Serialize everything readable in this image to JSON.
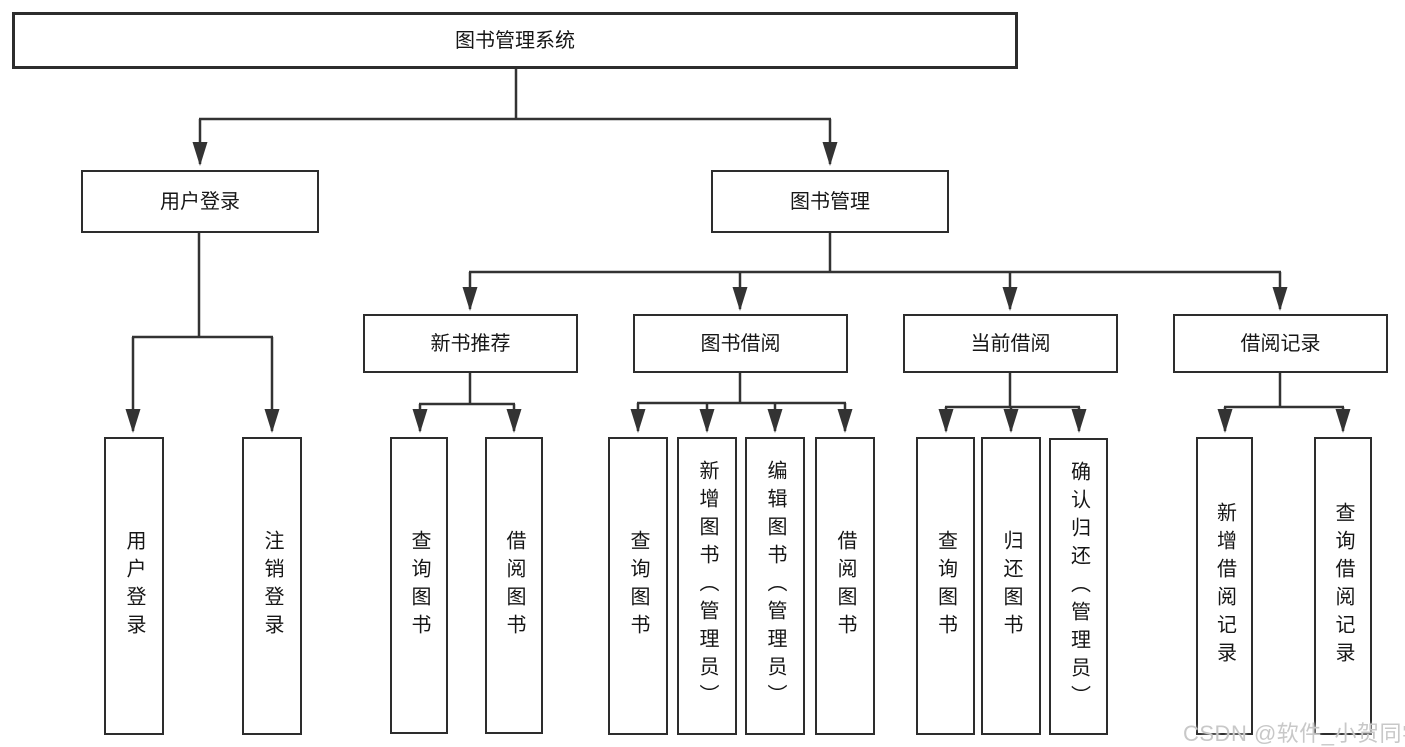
{
  "colors": {
    "background": "#ffffff",
    "box_border": "#2d2d2d",
    "connector": "#333333",
    "text": "#161616",
    "watermark": "#c8c8c8"
  },
  "tree": {
    "root": {
      "label": "图书管理系统"
    },
    "level2": [
      {
        "label": "用户登录"
      },
      {
        "label": "图书管理"
      }
    ],
    "level3": [
      {
        "label": "新书推荐",
        "parent": "图书管理"
      },
      {
        "label": "图书借阅",
        "parent": "图书管理"
      },
      {
        "label": "当前借阅",
        "parent": "图书管理"
      },
      {
        "label": "借阅记录",
        "parent": "图书管理"
      }
    ],
    "leaves": [
      {
        "label": "用户登录",
        "parent": "用户登录"
      },
      {
        "label": "注销登录",
        "parent": "用户登录"
      },
      {
        "label": "查询图书",
        "parent": "新书推荐"
      },
      {
        "label": "借阅图书",
        "parent": "新书推荐"
      },
      {
        "label": "查询图书",
        "parent": "图书借阅"
      },
      {
        "label": "新增图书（管理员）",
        "parent": "图书借阅"
      },
      {
        "label": "编辑图书（管理员）",
        "parent": "图书借阅"
      },
      {
        "label": "借阅图书",
        "parent": "图书借阅"
      },
      {
        "label": "查询图书",
        "parent": "当前借阅"
      },
      {
        "label": "归还图书",
        "parent": "当前借阅"
      },
      {
        "label": "确认归还（管理员）",
        "parent": "当前借阅"
      },
      {
        "label": "新增借阅记录",
        "parent": "借阅记录"
      },
      {
        "label": "查询借阅记录",
        "parent": "借阅记录"
      }
    ]
  },
  "watermark": {
    "text": "CSDN @软件_小贺同学"
  }
}
